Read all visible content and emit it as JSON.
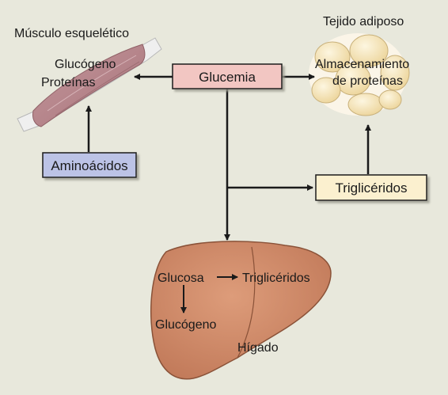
{
  "diagram": {
    "muscle_label": "Músculo esquelético",
    "muscle_glycogen": "Glucógeno",
    "muscle_proteins": "Proteínas",
    "adipose_label": "Tejido adiposo",
    "adipose_storage_line1": "Almacenamiento",
    "adipose_storage_line2": "de proteínas",
    "center_box": "Glucemia",
    "amino_box": "Aminoácidos",
    "trig_box": "Triglicéridos",
    "liver_glucose": "Glucosa",
    "liver_trig": "Triglicéridos",
    "liver_glycogen": "Glucógeno",
    "liver_label": "Hígado"
  },
  "colors": {
    "background": "#e8e8dc",
    "glucemia_box": "#f2c6c2",
    "aminoacidos_box": "#bcc3e6",
    "trigliceridos_box": "#fbf0cf",
    "liver": "#cf8866",
    "muscle": "#b9848a",
    "fat": "#f6e4b6"
  }
}
